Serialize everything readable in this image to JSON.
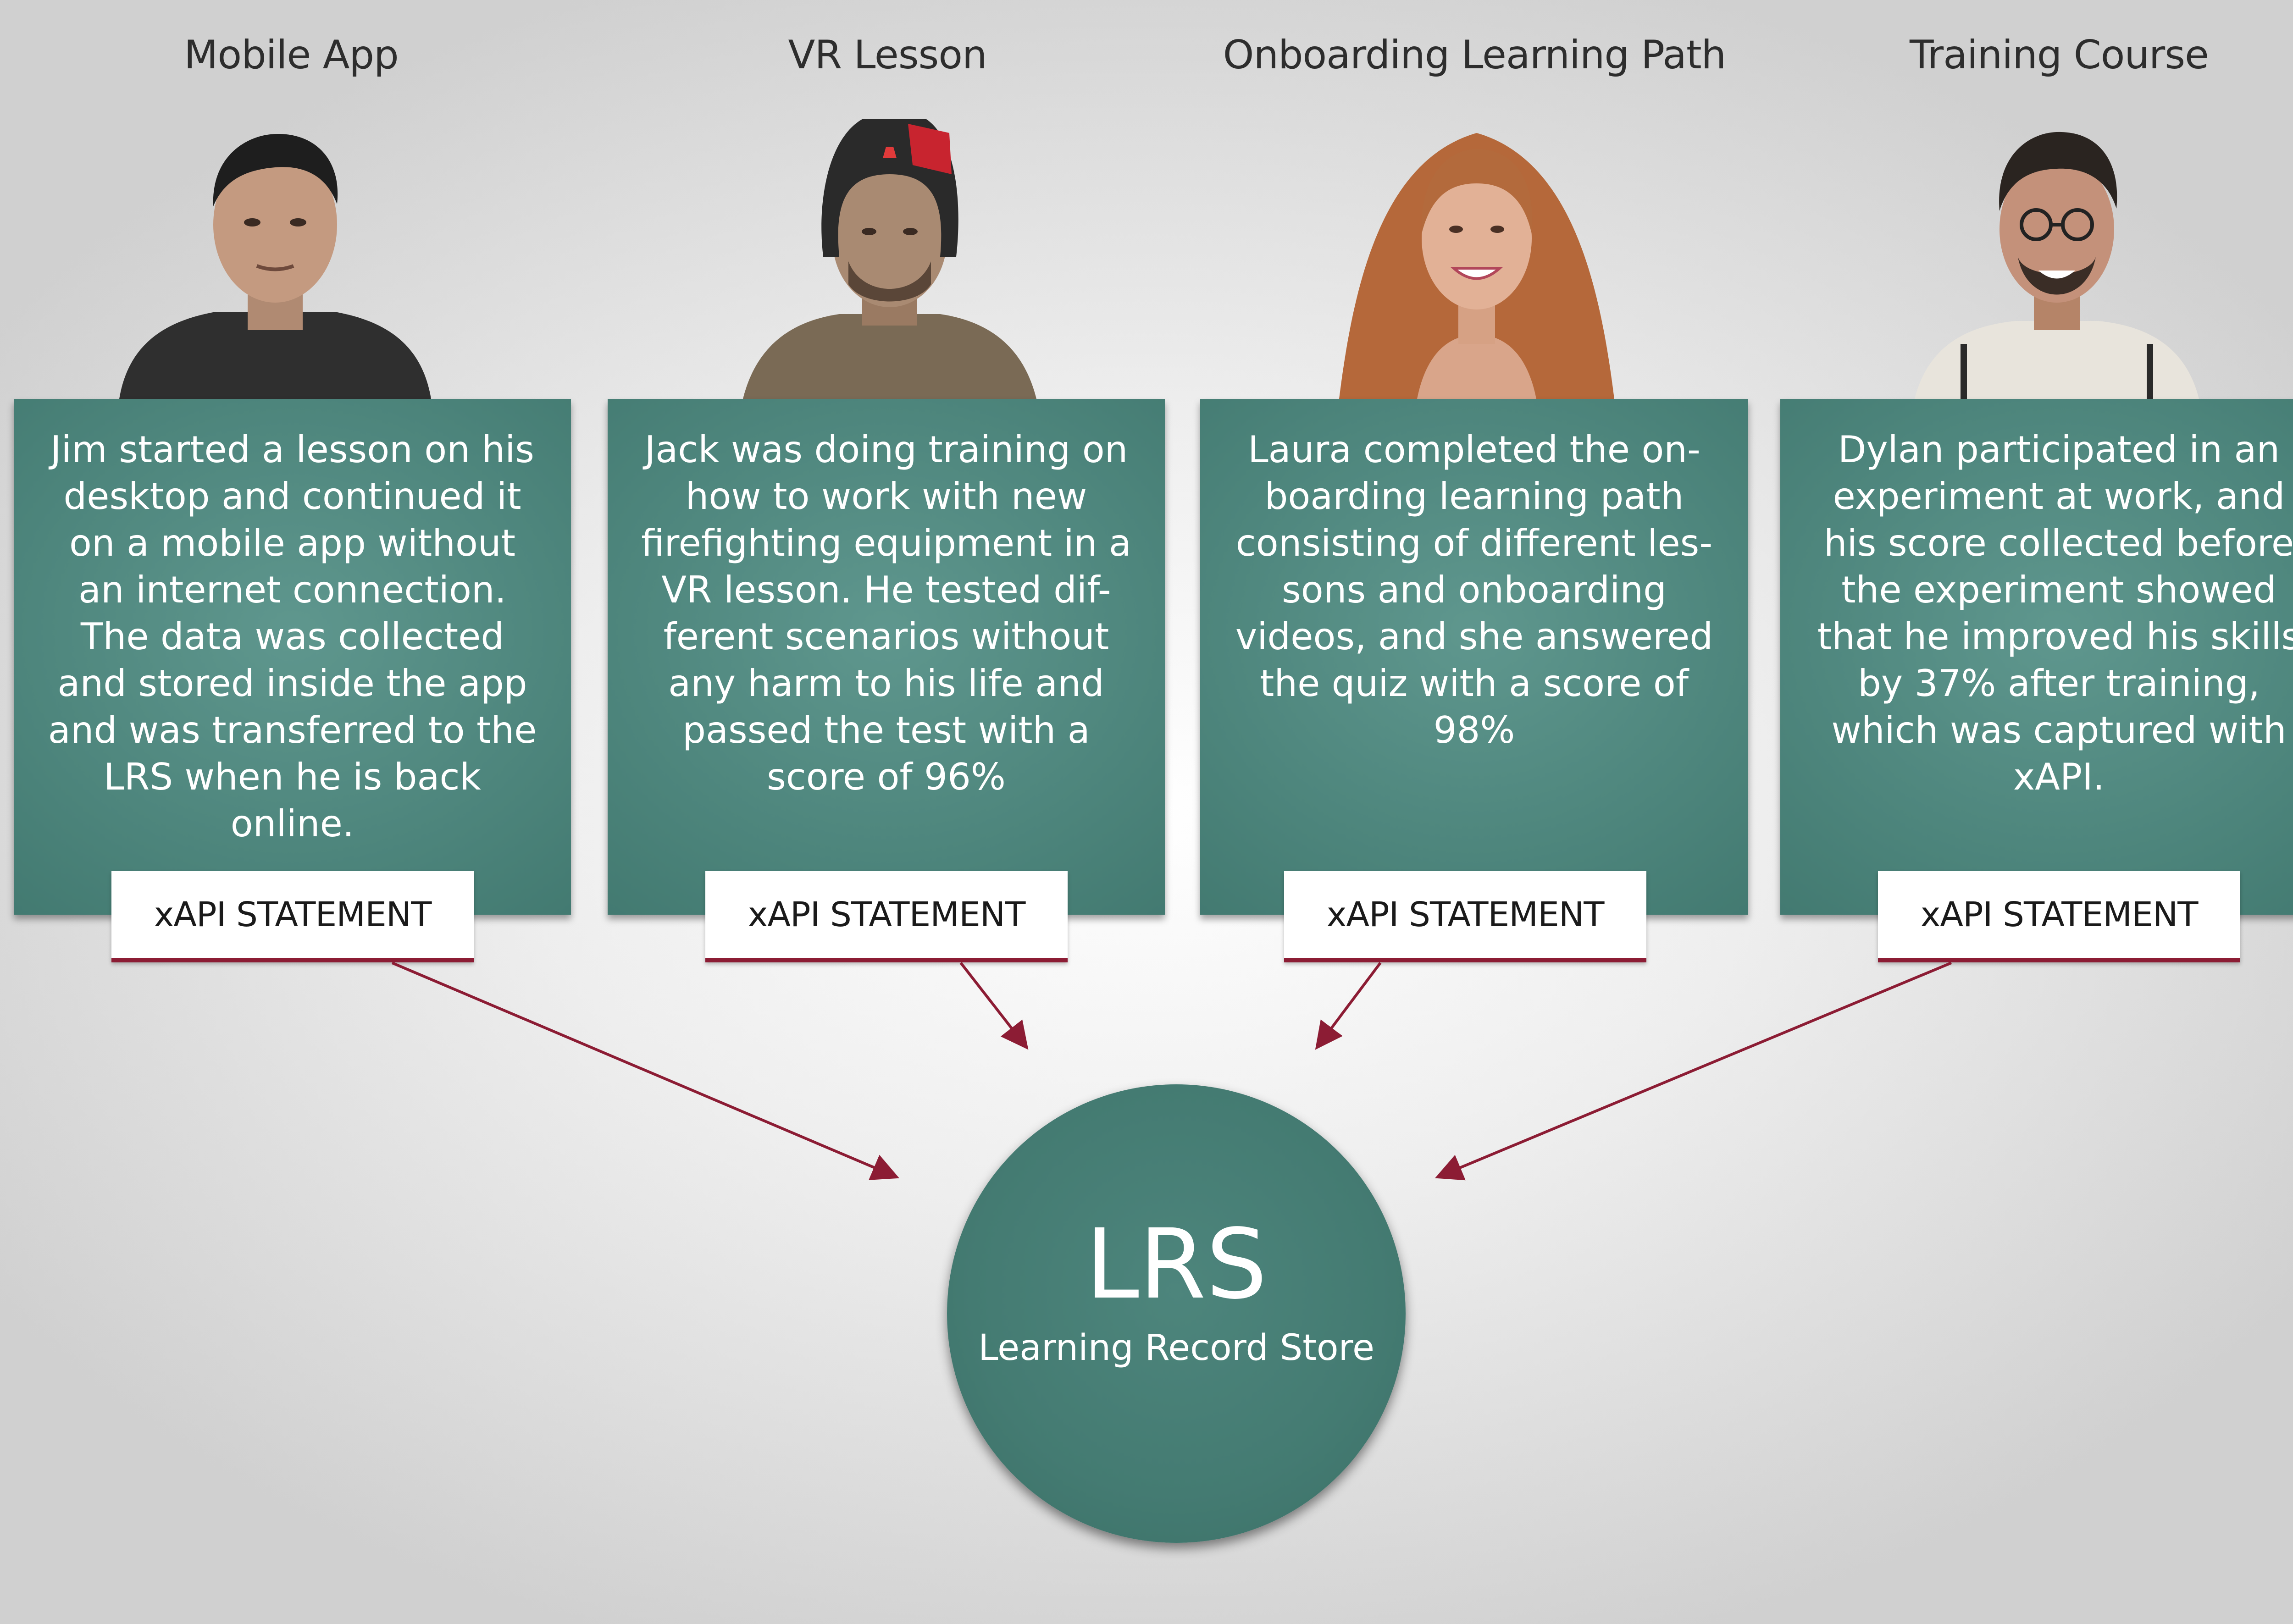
{
  "columns": [
    {
      "title": "Mobile App",
      "text": "Jim started a lesson on his desktop and continued it on a mobile app without an internet connection. The data was collected and stored inside the app and was transferred to the LRS when he is back online.",
      "statement": "xAPI STATEMENT"
    },
    {
      "title": "VR Lesson",
      "text": "Jack was doing training on how to work with new firefighting equipment in a VR lesson. He tested dif-ferent scenarios without any harm to his life and passed the test with a score of 96%",
      "statement": "xAPI STATEMENT"
    },
    {
      "title": "Onboarding Learning Path",
      "text": "Laura completed the on-boarding learning path consisting of different les-sons and onboarding videos, and she answered the quiz with a score of 98%",
      "statement": "xAPI STATEMENT"
    },
    {
      "title": "Training Course",
      "text": "Dylan participated in an experiment at work, and his score collected before the experiment showed that he improved his skills by 37% after training, which was captured with xAPI.",
      "statement": "xAPI STATEMENT"
    }
  ],
  "lrs": {
    "title": "LRS",
    "subtitle": "Learning Record Store"
  },
  "colors": {
    "card": "#4d857c",
    "lrs": "#447b72",
    "arrow": "#8c1c34",
    "statement_underline": "#8c1c34"
  }
}
